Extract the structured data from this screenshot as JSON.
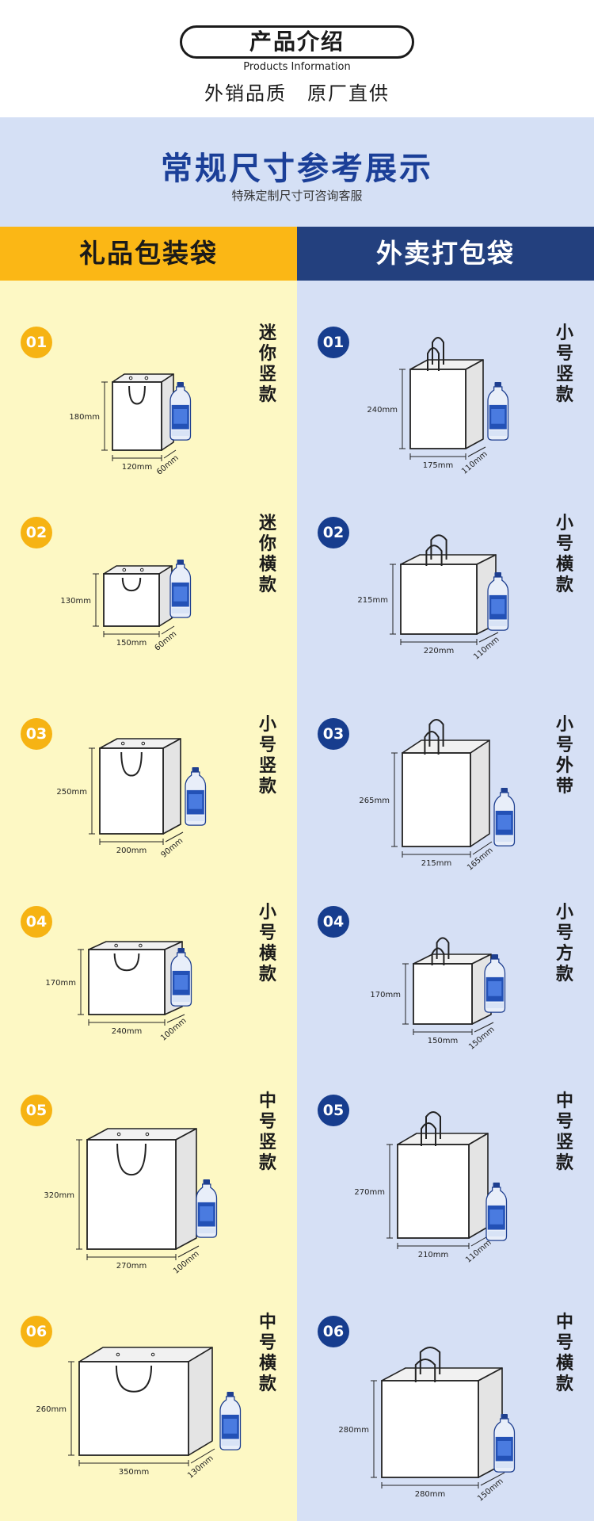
{
  "header": {
    "title": "产品介绍",
    "subtitle_en": "Products Information",
    "subtitle_cn": "外销品质　原厂直供"
  },
  "band": {
    "title": "常规尺寸参考展示",
    "subtitle": "特殊定制尺寸可咨询客服"
  },
  "columns": {
    "left_title": "礼品包装袋",
    "right_title": "外卖打包袋"
  },
  "colors": {
    "gold": "#fbb715",
    "navy": "#23407e",
    "band_blue_text": "#1b3f98",
    "left_bg": "#fdf8c4",
    "right_bg": "#d6e0f5"
  },
  "gift_bags": [
    {
      "num": "01",
      "name": "迷你竖款",
      "height": "180mm",
      "width": "120mm",
      "depth": "60mm"
    },
    {
      "num": "02",
      "name": "迷你横款",
      "height": "130mm",
      "width": "150mm",
      "depth": "60mm"
    },
    {
      "num": "03",
      "name": "小号竖款",
      "height": "250mm",
      "width": "200mm",
      "depth": "90mm"
    },
    {
      "num": "04",
      "name": "小号横款",
      "height": "170mm",
      "width": "240mm",
      "depth": "100mm"
    },
    {
      "num": "05",
      "name": "中号竖款",
      "height": "320mm",
      "width": "270mm",
      "depth": "100mm"
    },
    {
      "num": "06",
      "name": "中号横款",
      "height": "260mm",
      "width": "350mm",
      "depth": "130mm"
    }
  ],
  "takeout_bags": [
    {
      "num": "01",
      "name": "小号竖款",
      "height": "240mm",
      "width": "175mm",
      "depth": "110mm"
    },
    {
      "num": "02",
      "name": "小号横款",
      "height": "215mm",
      "width": "220mm",
      "depth": "110mm"
    },
    {
      "num": "03",
      "name": "小号外带",
      "height": "265mm",
      "width": "215mm",
      "depth": "165mm"
    },
    {
      "num": "04",
      "name": "小号方款",
      "height": "170mm",
      "width": "150mm",
      "depth": "150mm"
    },
    {
      "num": "05",
      "name": "中号竖款",
      "height": "270mm",
      "width": "210mm",
      "depth": "110mm"
    },
    {
      "num": "06",
      "name": "中号横款",
      "height": "280mm",
      "width": "280mm",
      "depth": "150mm"
    }
  ]
}
